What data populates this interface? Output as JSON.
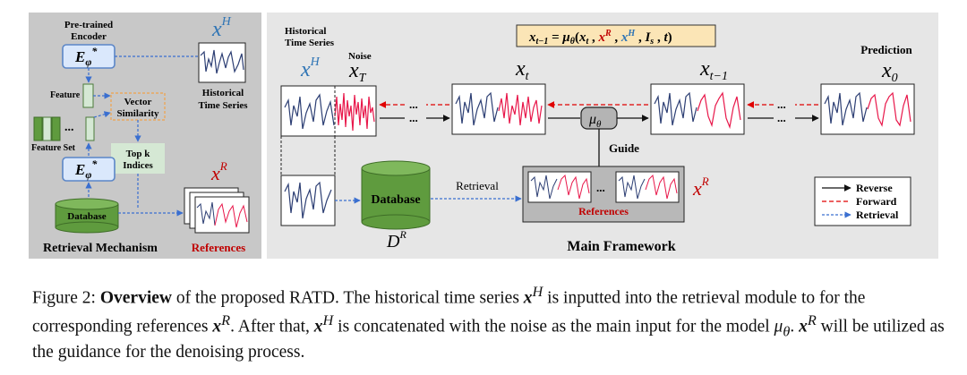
{
  "retrieval_panel": {
    "encoder_label_1": "Pre-trained",
    "encoder_label_2": "Encoder",
    "encoder_symbol": "E",
    "encoder_sub": "φ",
    "encoder_star": "*",
    "xh": "x",
    "xh_sup": "H",
    "historical_1": "Historical",
    "historical_2": "Time Series",
    "feature": "Feature",
    "feature_set": "Feature Set",
    "dots": "...",
    "vector_sim_1": "Vector",
    "vector_sim_2": "Similarity",
    "topk_1": "Top k",
    "topk_2": "Indices",
    "database": "Database",
    "xr": "x",
    "xr_sup": "R",
    "references": "References",
    "title": "Retrieval Mechanism"
  },
  "main_panel": {
    "formula_lhs": "x",
    "formula_lhs_sub": "t−1",
    "formula_eq": " = ",
    "formula_mu": "μ",
    "formula_mu_sub": "θ",
    "formula_open": "(",
    "formula_x": "x",
    "formula_x_sub": "t",
    "formula_comma": " , ",
    "formula_xr": "x",
    "formula_xr_sup": "R",
    "formula_xh": "x",
    "formula_xh_sup": "H",
    "formula_i": "I",
    "formula_i_sub": "s",
    "formula_t": "t",
    "formula_close": ")",
    "hist_1": "Historical",
    "hist_2": "Time Series",
    "noise": "Noise",
    "xh": "x",
    "xh_sup": "H",
    "xT": "x",
    "xT_sub": "T",
    "xt": "x",
    "xt_sub": "t",
    "xt1": "x",
    "xt1_sub": "t−1",
    "prediction": "Prediction",
    "x0": "x",
    "x0_sub": "0",
    "dots": "...",
    "mu": "μ",
    "mu_sub": "θ",
    "guide": "Guide",
    "database": "Database",
    "dr": "D",
    "dr_sup": "R",
    "retrieval": "Retrieval",
    "references": "References",
    "xr": "x",
    "xr_sup": "R",
    "title": "Main Framework",
    "legend": [
      "Reverse",
      "Forward",
      "Retrieval"
    ]
  },
  "colors": {
    "panel_left": "#c8c8c8",
    "panel_right": "#e6e6e6",
    "encoder_fill": "#dae8fc",
    "encoder_border": "#5b86c7",
    "feature_fill": "#d5e8d4",
    "db_fill": "#5f9b3e",
    "formula_fill": "#fbe5b6",
    "vector_border": "#f0a24a",
    "blue_text": "#2e74b5",
    "red_text": "#c00000",
    "series_blue": "#2c3e73",
    "series_red": "#e8174a"
  },
  "caption": {
    "fig": "Figure 2: ",
    "bold": "Overview",
    "s1": " of the proposed RATD. The historical time series ",
    "xh": "x",
    "xh_sup": "H",
    "s2": " is inputted into the retrieval module to for the corresponding references ",
    "xr": "x",
    "xr_sup": "R",
    "s3": ". After that, ",
    "xh2": "x",
    "xh2_sup": "H",
    "s4": " is concatenated with the noise as the main input for the model ",
    "mu": "μ",
    "mu_sub": "θ",
    "s5": ". ",
    "xr2": "x",
    "xr2_sup": "R",
    "s6": " will be utilized as the guidance for the denoising process."
  }
}
